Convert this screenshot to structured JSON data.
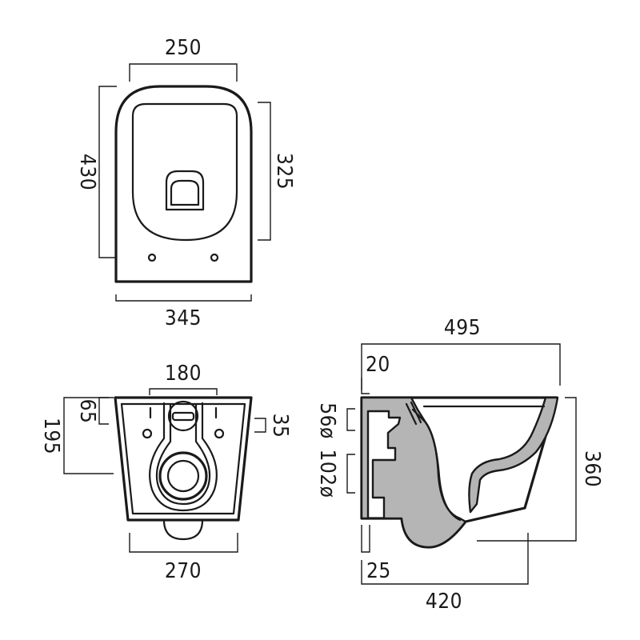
{
  "top_view": {
    "dim_seat_width": "250",
    "dim_length": "430",
    "dim_seat_length": "325",
    "dim_width": "345"
  },
  "rear_view": {
    "dim_fixing_centres": "180",
    "dim_height_to_fixing": "65",
    "dim_overall_height": "195",
    "dim_side_offset": "35",
    "dim_base_width": "270"
  },
  "side_view": {
    "dim_projection": "495",
    "dim_top_offset": "20",
    "dim_inlet_diameter": "56ø",
    "dim_outlet_diameter": "102ø",
    "dim_height": "360",
    "dim_base_offset": "25",
    "dim_base_length": "420"
  }
}
